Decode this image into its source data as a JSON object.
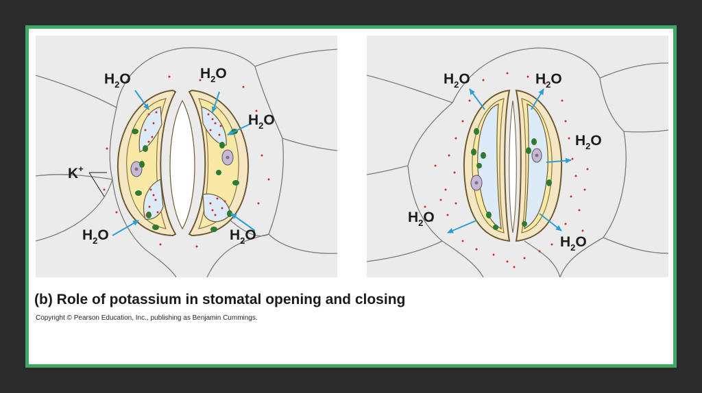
{
  "colors": {
    "frame_border": "#3fa866",
    "cell_fill": "#ebebeb",
    "cell_outline": "#7a7a7a",
    "guard_wall": "#f5e6c4",
    "guard_cytoplasm": "#f8e9a7",
    "vacuole": "#dcebf7",
    "chloroplast": "#2f7a32",
    "nucleus": "#c7b7d9",
    "potassium_dot": "#d42a2a",
    "arrow": "#2a9fd6"
  },
  "left_panel": {
    "water_label_main": "H",
    "water_label_sub": "2",
    "water_label_end": "O",
    "ion_label": "K",
    "ion_charge": "+"
  },
  "right_panel": {
    "water_label_main": "H",
    "water_label_sub": "2",
    "water_label_end": "O"
  },
  "caption": "(b)  Role of potassium in stomatal opening and closing",
  "copyright": "Copyright © Pearson Education, Inc., publishing as Benjamin Cummings."
}
